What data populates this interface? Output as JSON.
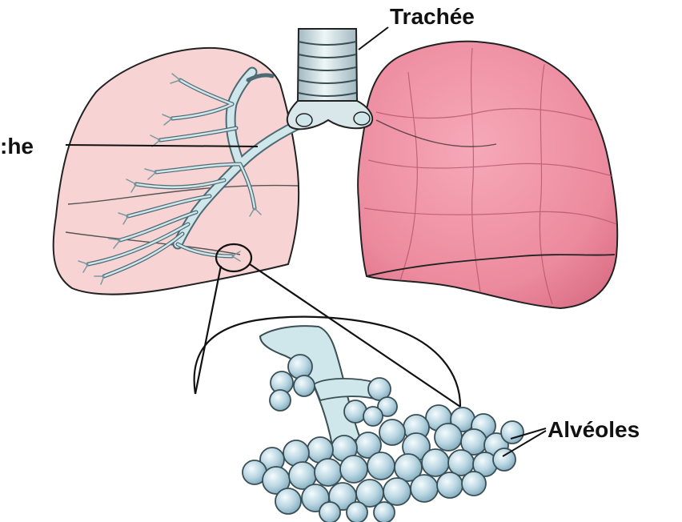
{
  "labels": {
    "trachea": "Trachée",
    "bronchi_partial": ":he",
    "alveoli": "Alvéoles"
  },
  "colors": {
    "background": "#ffffff",
    "left_lung_fill": "#f7d3d3",
    "right_lung_fill": "#ee8ca0",
    "bronchi_fill": "#cfe6ea",
    "trachea_fill": "#d9e7ea",
    "alveoli_fill": "#b9d6e2",
    "outline": "#222222"
  }
}
